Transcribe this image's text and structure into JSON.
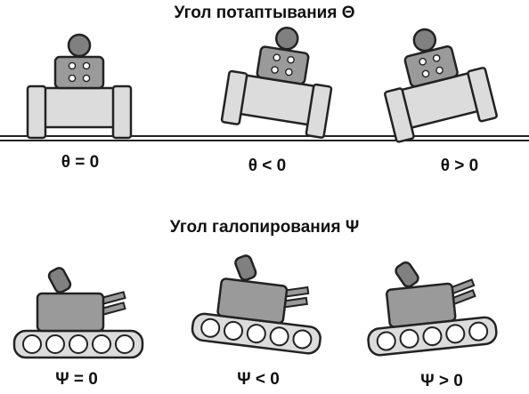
{
  "section_roll": {
    "title": "Угол потаптывания Θ",
    "labels": [
      "θ = 0",
      "θ < 0",
      "θ > 0"
    ]
  },
  "section_pitch": {
    "title": "Угол галопирования Ψ",
    "labels": [
      "Ψ = 0",
      "Ψ < 0",
      "Ψ > 0"
    ]
  },
  "colors": {
    "body_fill": "#dcdcdc",
    "turret_fill": "#9a9a9a",
    "head_fill": "#808080",
    "stroke": "#222222",
    "ground": "#222222"
  }
}
